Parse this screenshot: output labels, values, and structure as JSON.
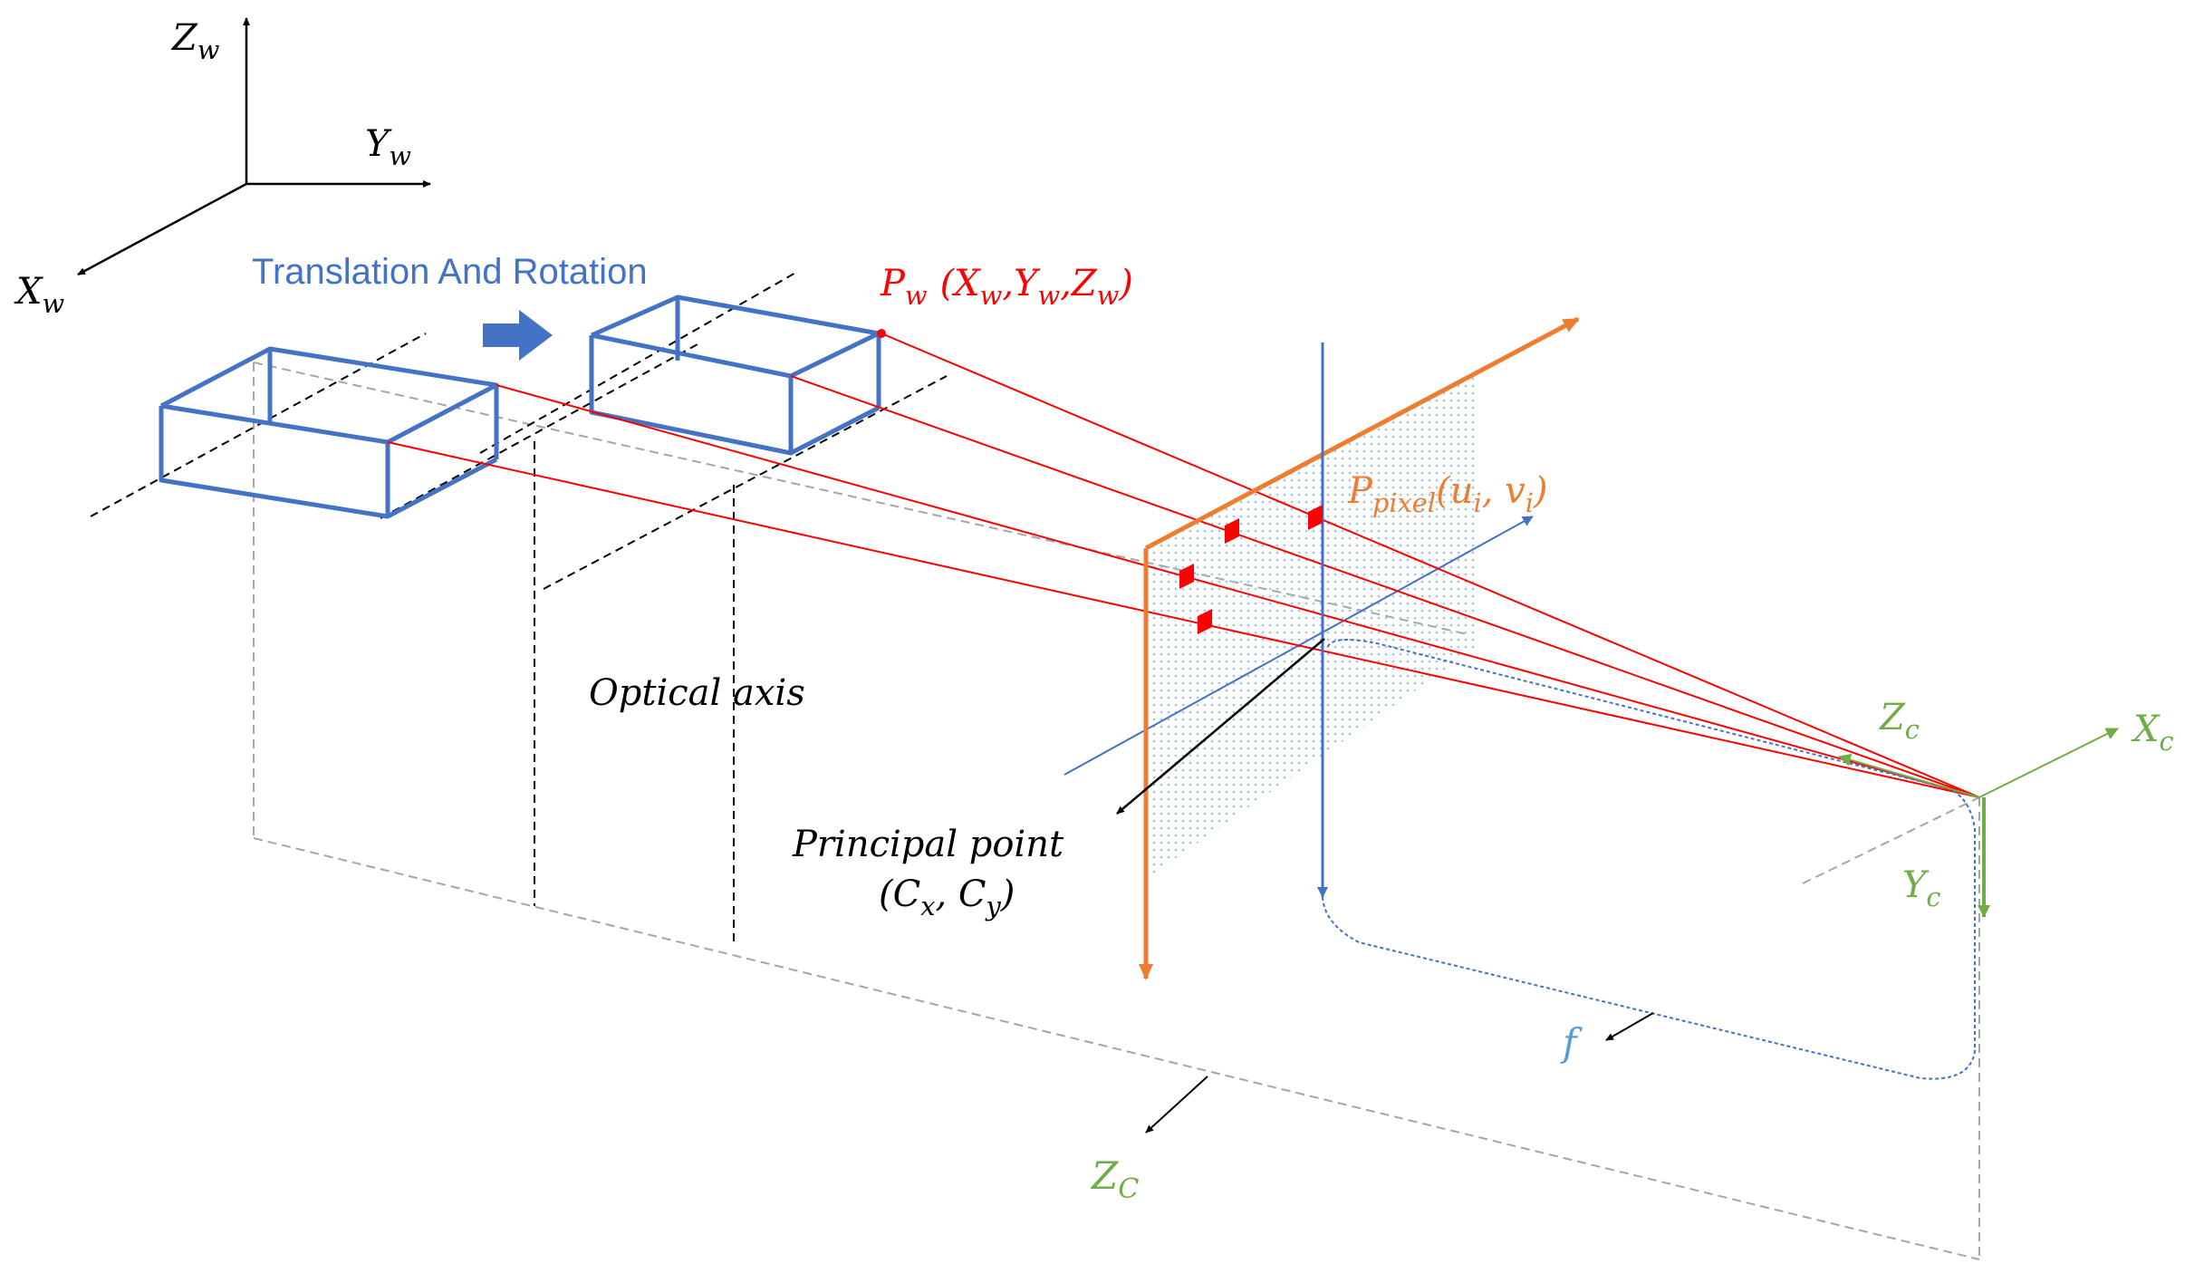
{
  "world_axes": {
    "z_label": "Z",
    "z_sub": "w",
    "y_label": "Y",
    "y_sub": "w",
    "x_label": "X",
    "x_sub": "w"
  },
  "transform_label": "Translation And Rotation",
  "world_point": {
    "p": "P",
    "p_sub": "w",
    "open": "(X",
    "s1": "w",
    "c1": ",Y",
    "s2": "w",
    "c2": ",Z",
    "s3": "w",
    "close": ")"
  },
  "pixel_point": {
    "p": "P",
    "p_sub": "pixel",
    "open": "(u",
    "s1": "i",
    "c1": ", v",
    "s2": "i",
    "close": ")"
  },
  "optical_axis_label": "Optical axis",
  "principal_point": {
    "line1": "Principal point",
    "open": "(C",
    "s1": "x",
    "c1": ", C",
    "s2": "y",
    "close": ")"
  },
  "camera_axes": {
    "z_label": "Z",
    "z_sub": "c",
    "x_label": "X",
    "x_sub": "c",
    "y_label": "Y",
    "y_sub": "c"
  },
  "focal_label": "f",
  "bottom_z": {
    "label": "Z",
    "sub": "C"
  },
  "colors": {
    "blue": "#4472c4",
    "orange": "#ed7d31",
    "red": "#ff0000",
    "green": "#70ad47",
    "black": "#000000",
    "gray": "#a6a6a6",
    "dot_blue": "#9dc3e6"
  }
}
